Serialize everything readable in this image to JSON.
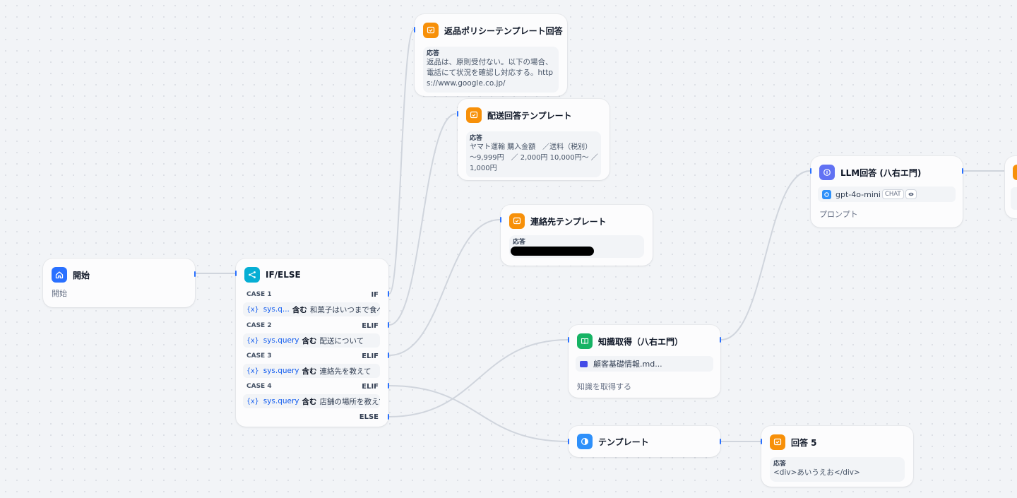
{
  "colors": {
    "accent": "#2970ff",
    "orange": "#f79009",
    "start_blue": "#2970ff",
    "ifelse_teal": "#06aed4",
    "knowledge_green": "#16b364",
    "llm_indigo": "#6172f3",
    "template_blue": "#2e90fa",
    "edge": "#d0d5dd"
  },
  "nodes": {
    "start": {
      "title": "開始",
      "subtitle": "開始",
      "icon": "home-icon"
    },
    "ifelse": {
      "title": "IF/ELSE",
      "icon": "branch-icon",
      "cases": [
        {
          "label": "CASE 1",
          "kind": "IF",
          "var": "sys.q...",
          "op": "含む",
          "value": "和菓子はいつまで食べ..."
        },
        {
          "label": "CASE 2",
          "kind": "ELIF",
          "var": "sys.query",
          "op": "含む",
          "value": "配送について"
        },
        {
          "label": "CASE 3",
          "kind": "ELIF",
          "var": "sys.query",
          "op": "含む",
          "value": "連絡先を教えて"
        },
        {
          "label": "CASE 4",
          "kind": "ELIF",
          "var": "sys.query",
          "op": "含む",
          "value": "店舗の場所を教えて"
        }
      ],
      "else_label": "ELSE",
      "var_icon": "{x}"
    },
    "return_policy": {
      "title": "返品ポリシーテンプレート回答",
      "label": "応答",
      "text": "返品は、原則受付ない。以下の場合、電話にて状況を確認し対応する。https://www.google.co.jp/"
    },
    "shipping": {
      "title": "配送回答テンプレート",
      "label": "応答",
      "line1": "ヤマト運輸 購入金額　／送料（税別）",
      "line2": "〜9,999円　／ 2,000円 10,000円〜 ／",
      "line3": "1,000円"
    },
    "contact": {
      "title": "連絡先テンプレート",
      "label": "応答"
    },
    "knowledge": {
      "title": "知識取得（八右エ門）",
      "file": "顧客基礎情報.md...",
      "subtitle": "知識を取得する"
    },
    "llm": {
      "title": "LLM回答 (八右エ門)",
      "model": "gpt-4o-mini",
      "model_badge": "CHAT",
      "subtitle": "プロンプト"
    },
    "template": {
      "title": "テンプレート"
    },
    "answer5": {
      "title": "回答 5",
      "label": "応答",
      "text": "<div>あいうえお</div>"
    }
  }
}
